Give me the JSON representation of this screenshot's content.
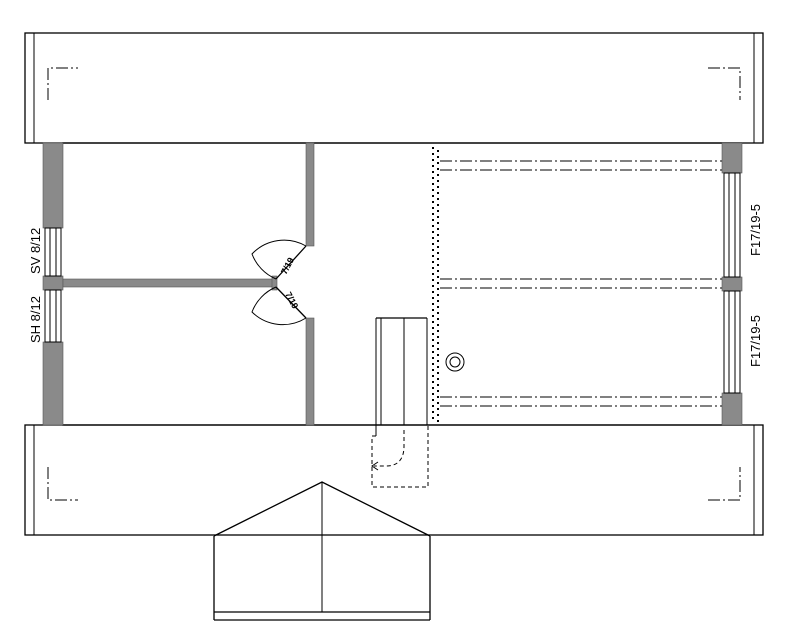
{
  "window_labels": {
    "left_upper": "SV 8/12",
    "left_lower": "SH 8/12",
    "right_upper": "F17/19-5",
    "right_lower": "F17/19-5"
  },
  "door_labels": {
    "upper": "7/19",
    "lower": "7/19"
  },
  "colors": {
    "wall": "#8a8a8a",
    "line": "#000000",
    "background": "#ffffff"
  }
}
